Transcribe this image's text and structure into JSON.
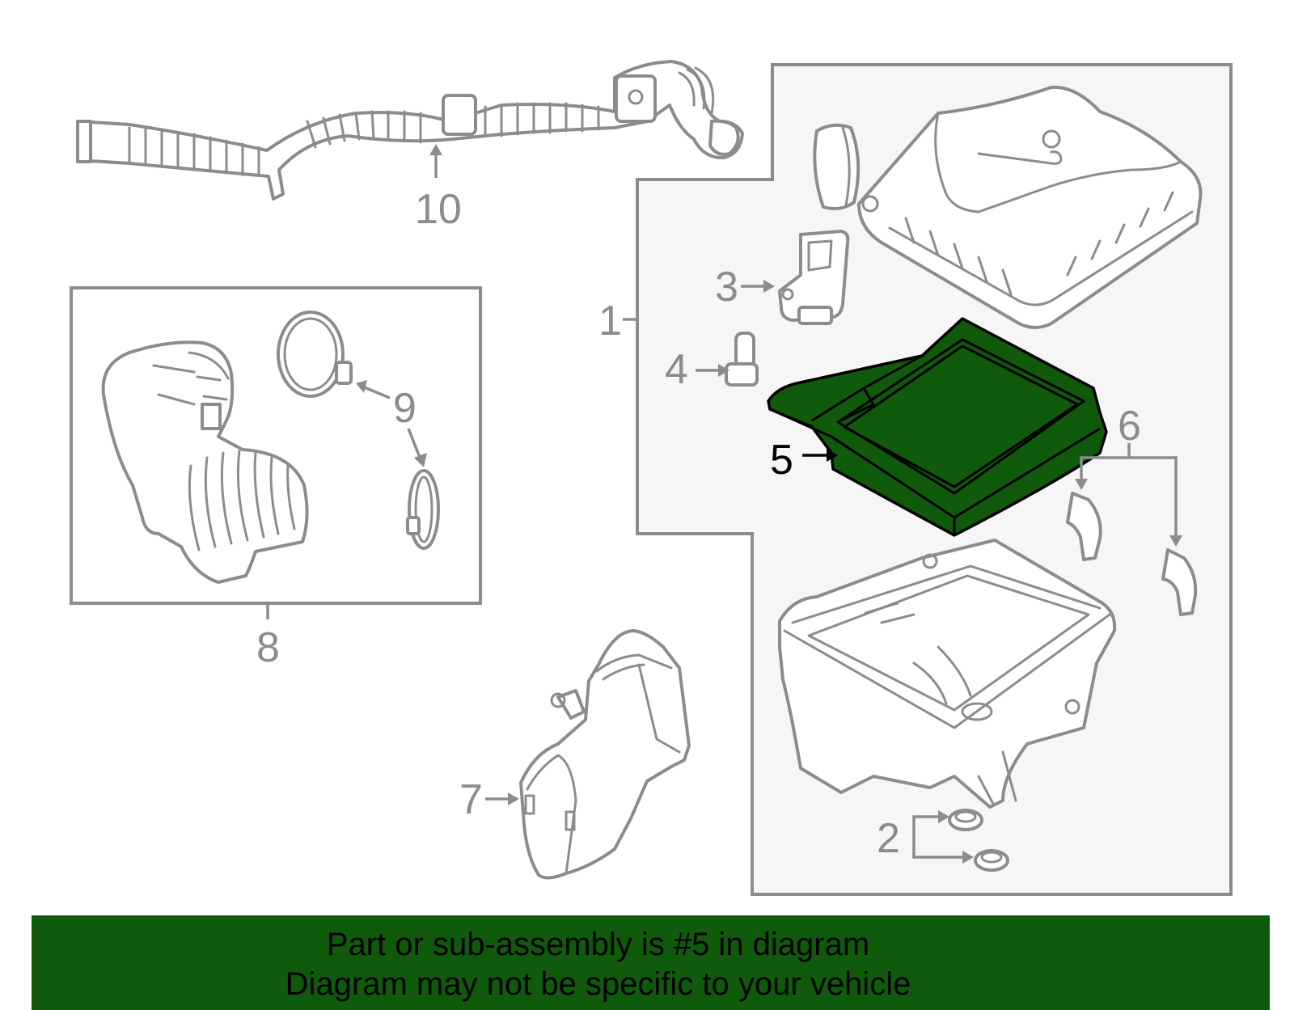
{
  "diagram": {
    "callouts": [
      "1",
      "2",
      "3",
      "4",
      "5",
      "6",
      "7",
      "8",
      "9",
      "10"
    ],
    "highlighted": "5",
    "highlight_color": "#0f5a0b",
    "line_color": "#8c8c8c"
  },
  "banner": {
    "line1": "Part or sub-assembly is #5 in diagram",
    "line2": "Diagram may not be specific to your vehicle",
    "background": "#0f5a0b"
  }
}
